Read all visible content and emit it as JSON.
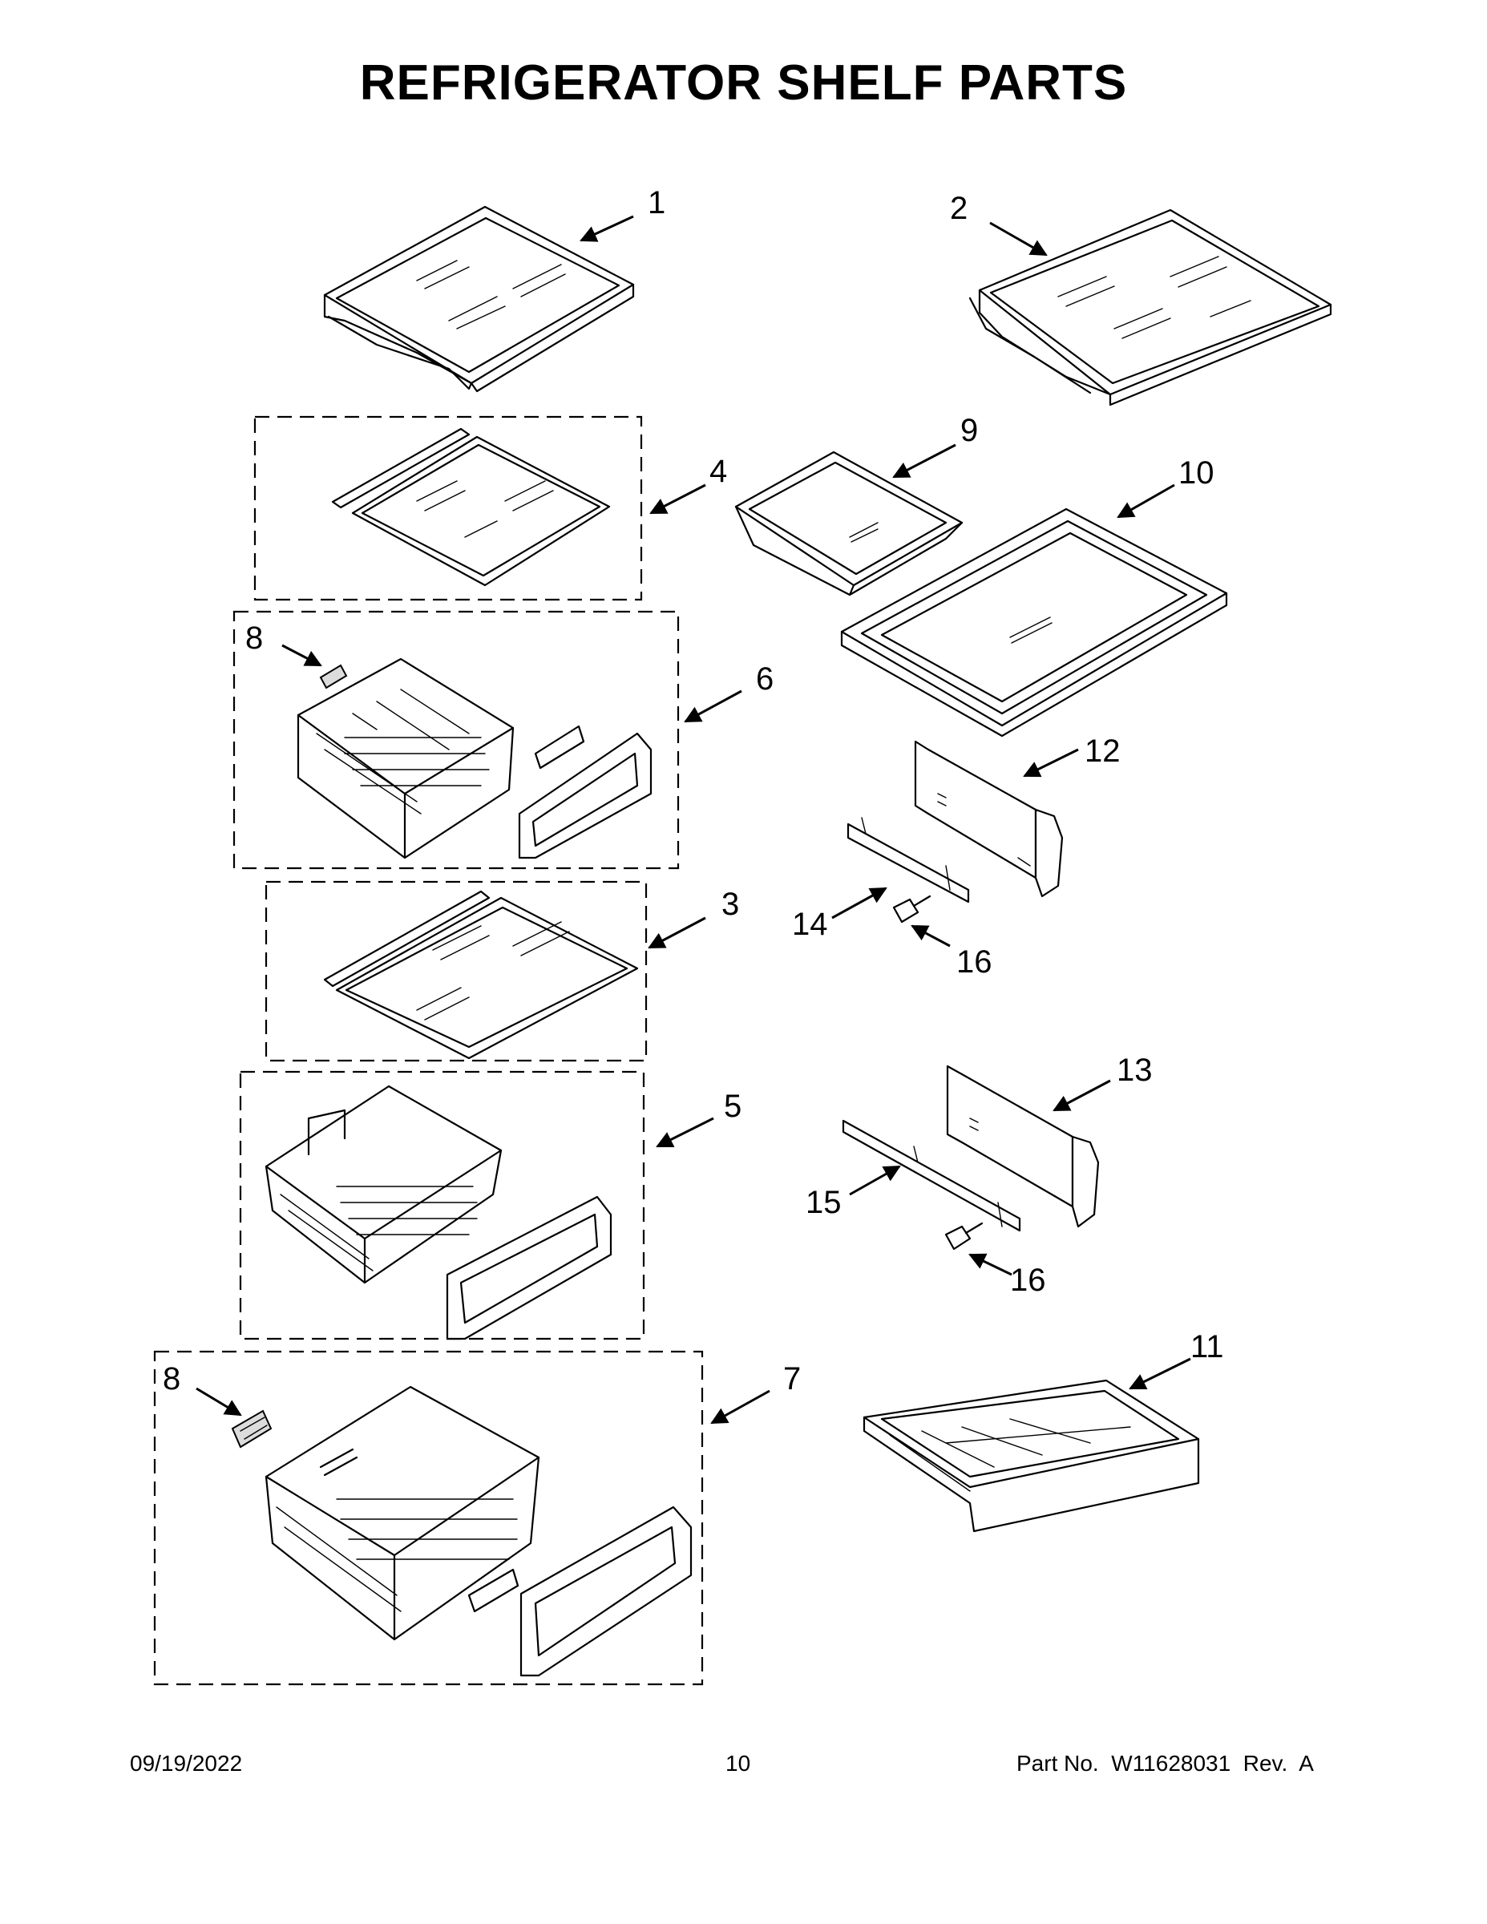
{
  "title": "REFRIGERATOR SHELF PARTS",
  "callouts": {
    "c1": "1",
    "c2": "2",
    "c3": "3",
    "c4": "4",
    "c5": "5",
    "c6": "6",
    "c7": "7",
    "c8a": "8",
    "c8b": "8",
    "c9": "9",
    "c10": "10",
    "c11": "11",
    "c12": "12",
    "c13": "13",
    "c14": "14",
    "c15": "15",
    "c16a": "16",
    "c16b": "16"
  },
  "footer": {
    "date": "09/19/2022",
    "page": "10",
    "part_no": "Part No.  W11628031  Rev.  A"
  }
}
